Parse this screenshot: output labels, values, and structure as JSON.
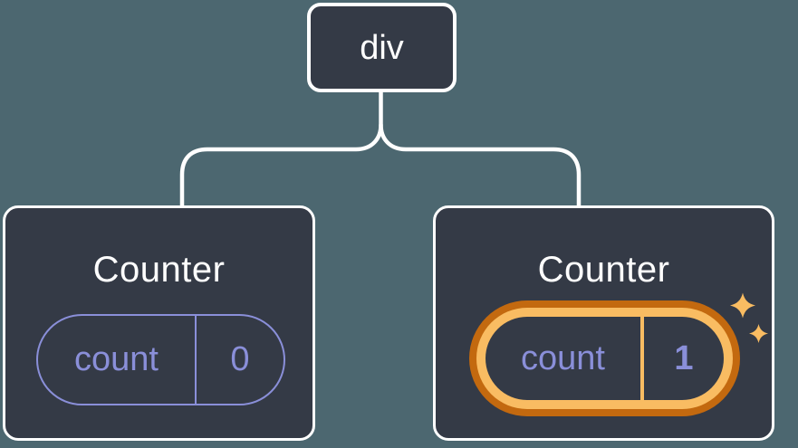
{
  "diagram": {
    "description": "Component tree: div root with two Counter children; second Counter state highlighted as new",
    "colors": {
      "background": "#4C6770",
      "node_fill": "#343A46",
      "node_border": "#FFFFFF",
      "connector": "#FFFFFF",
      "state_accent": "#8A8FD9",
      "highlight_ring_dark": "#C3690F",
      "highlight_ring_light": "#F9BC62",
      "title_text": "#FFFFFF"
    },
    "root": {
      "label": "div"
    },
    "children": [
      {
        "title": "Counter",
        "state": {
          "key": "count",
          "value": "0"
        },
        "highlighted": false
      },
      {
        "title": "Counter",
        "state": {
          "key": "count",
          "value": "1"
        },
        "highlighted": true,
        "badge_icon": "sparkles"
      }
    ]
  }
}
